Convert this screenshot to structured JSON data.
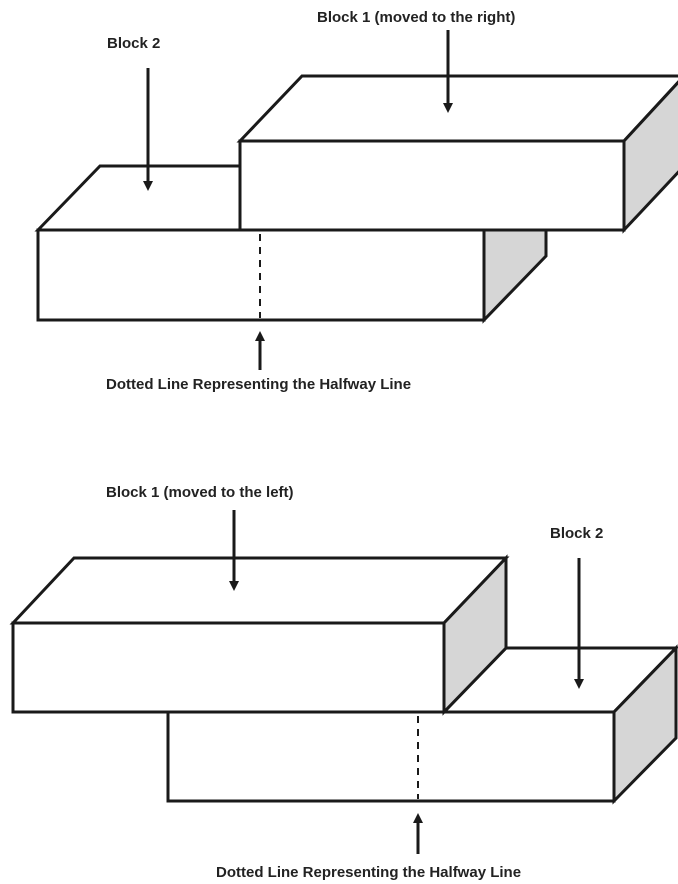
{
  "colors": {
    "stroke": "#1a1a1a",
    "face": "#ffffff",
    "side_shade": "#d6d6d6",
    "text": "#222222"
  },
  "top_diagram": {
    "block2_label": "Block 2",
    "block1_label": "Block 1 (moved to the right)",
    "halfway_label": "Dotted Line Representing the Halfway Line"
  },
  "bottom_diagram": {
    "block1_label": "Block 1 (moved to the left)",
    "block2_label": "Block 2",
    "halfway_label": "Dotted Line Representing the Halfway Line"
  }
}
